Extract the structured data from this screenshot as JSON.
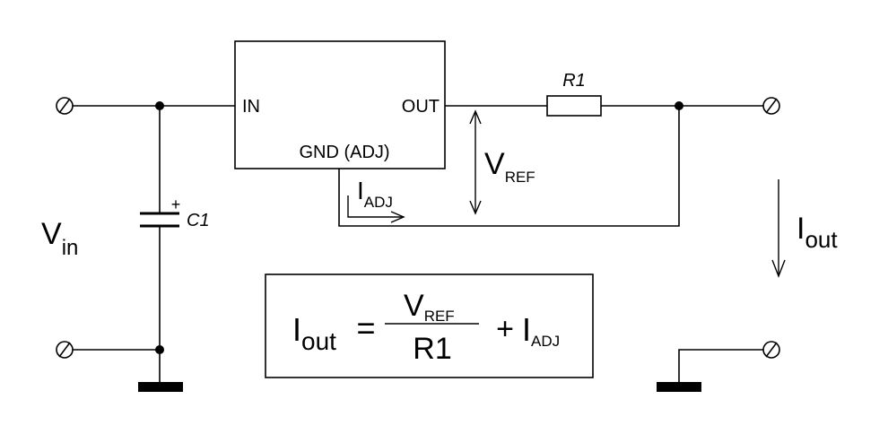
{
  "regulator": {
    "in_label": "IN",
    "out_label": "OUT",
    "gnd_label": "GND (ADJ)"
  },
  "resistor": {
    "label": "R1"
  },
  "capacitor": {
    "label": "C1",
    "polarity": "+"
  },
  "vin": {
    "main": "V",
    "sub": "in"
  },
  "vref": {
    "main": "V",
    "sub": "REF"
  },
  "iadj": {
    "main": "I",
    "sub": "ADJ"
  },
  "iout": {
    "main": "I",
    "sub": "out"
  },
  "formula": {
    "lhs_main": "I",
    "lhs_sub": "out",
    "equals": "=",
    "num_main": "V",
    "num_sub": "REF",
    "den": "R1",
    "plus": "+",
    "rhs_main": "I",
    "rhs_sub": "ADJ"
  },
  "colors": {
    "line": "#000000",
    "background": "#ffffff"
  }
}
